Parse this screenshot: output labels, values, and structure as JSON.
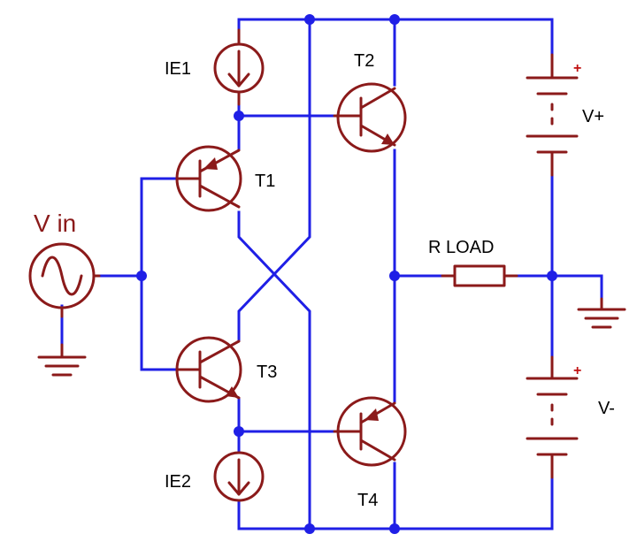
{
  "labels": {
    "ie1": "IE1",
    "ie2": "IE2",
    "t1": "T1",
    "t2": "T2",
    "t3": "T3",
    "t4": "T4",
    "vin": "V in",
    "rload": "R LOAD",
    "vplus": "V+",
    "vminus": "V-",
    "plus_top": "+",
    "plus_bottom": "+"
  },
  "colors": {
    "wire": "#1f1fe6",
    "component": "#8b1a1a",
    "text": "#000000"
  }
}
